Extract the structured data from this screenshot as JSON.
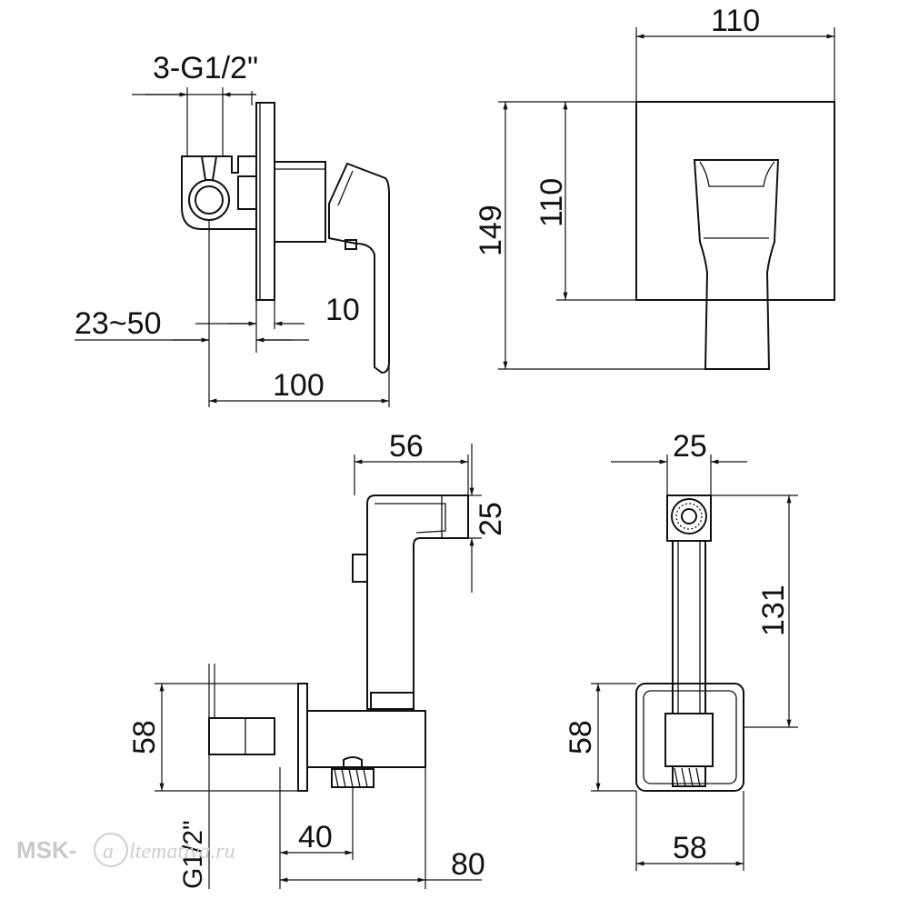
{
  "drawing": {
    "dimensions": {
      "thread_top": "3-G1/2\"",
      "wall_range": "23~50",
      "plate_gap": "10",
      "mixer_depth": "100",
      "plate_width": "110",
      "total_height": "149",
      "plate_height": "110",
      "shower_head_width": "56",
      "shower_head_height": "25",
      "holder_height": "58",
      "thread_bottom": "G1/2\"",
      "outlet_offset": "40",
      "holder_depth": "80",
      "shower_front_width": "25",
      "shower_length": "131",
      "front_holder_height": "58",
      "front_holder_width": "58"
    },
    "watermark": {
      "prefix": "MSK-",
      "logo_letter": "a",
      "suffix": "ltemativa.ru"
    }
  }
}
